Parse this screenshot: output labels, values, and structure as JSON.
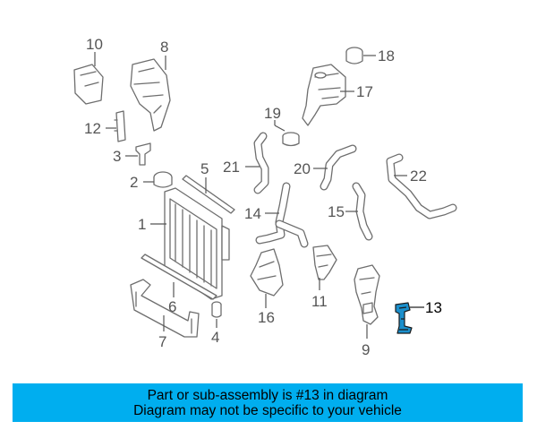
{
  "colors": {
    "banner": "#00aeef",
    "highlight_part": "#1a8fcc",
    "line": "#6e6e6e"
  },
  "callouts": [
    "1",
    "2",
    "3",
    "4",
    "5",
    "6",
    "7",
    "8",
    "9",
    "10",
    "11",
    "12",
    "13",
    "14",
    "15",
    "16",
    "17",
    "18",
    "19",
    "20",
    "21",
    "22"
  ],
  "highlighted_callout": "13",
  "banner": {
    "line1": "Part or sub-assembly is #13 in diagram",
    "line2": "Diagram may not be specific to your vehicle"
  }
}
